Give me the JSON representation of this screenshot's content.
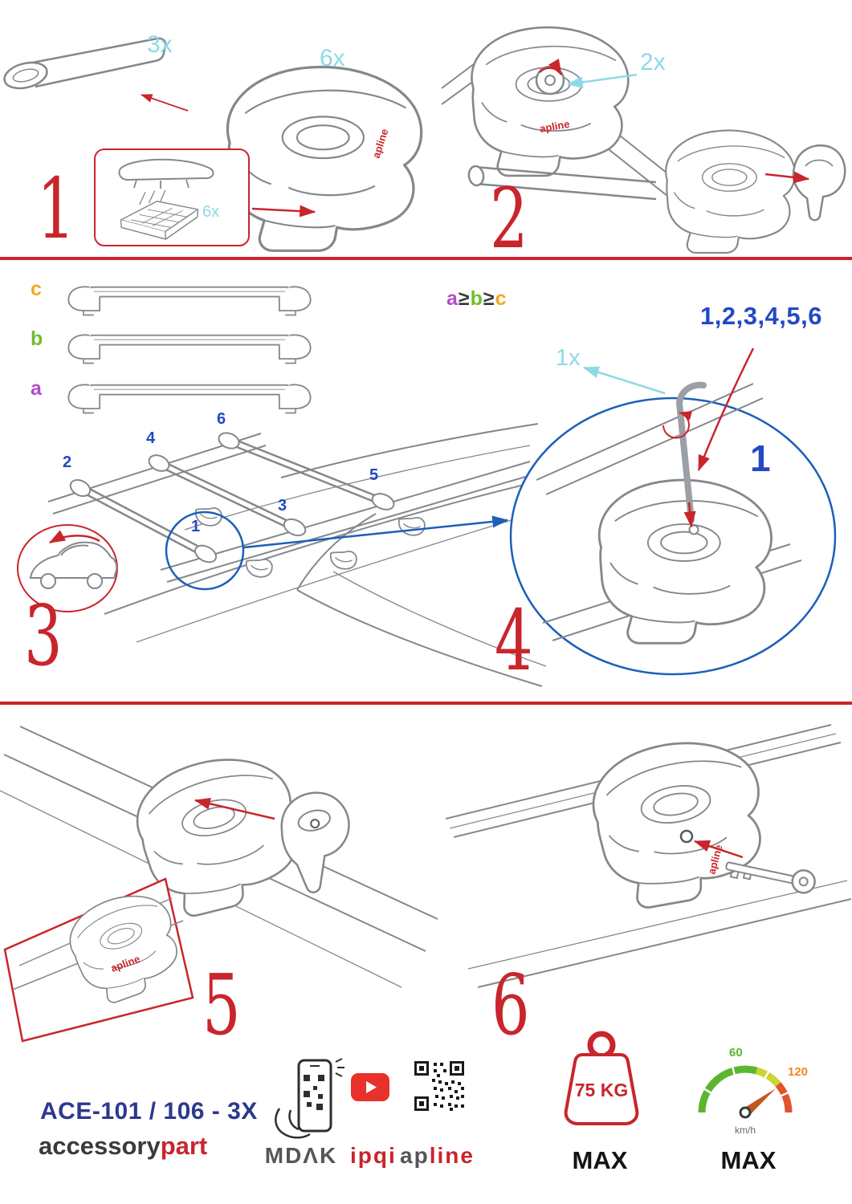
{
  "steps": {
    "s1": {
      "num": "1",
      "bar_qty": "3x",
      "foot_qty": "6x",
      "pad_qty": "6x"
    },
    "s2": {
      "num": "2",
      "knob_qty": "2x"
    },
    "s3": {
      "num": "3",
      "label_a": "a",
      "label_b": "b",
      "label_c": "c",
      "order_a": "a",
      "order_gte1": "≥",
      "order_b": "b",
      "order_gte2": "≥",
      "order_c": "c",
      "positions": [
        "1",
        "2",
        "3",
        "4",
        "5",
        "6"
      ]
    },
    "s4": {
      "num": "4",
      "sequence": "1,2,3,4,5,6",
      "key_qty": "1x",
      "first_pos": "1"
    },
    "s5": {
      "num": "5"
    },
    "s6": {
      "num": "6"
    }
  },
  "brand": {
    "mark": "apline"
  },
  "footer": {
    "model": "ACE-101 / 106 - 3X",
    "company_black": "accessory",
    "company_red": "part",
    "mdak": "MDΛK",
    "ipqi": "ipqi",
    "apline_black": "ap",
    "apline_red": "line",
    "load_value": "75 KG",
    "load_max": "MAX",
    "speed_low": "60",
    "speed_high": "120",
    "speed_unit": "km/h",
    "speed_max": "MAX"
  },
  "colors": {
    "accent_red": "#c9252c",
    "qty_cyan": "#8ed9e7",
    "blue_text": "#2448c5",
    "highlight_blue": "#1d5fb8",
    "model_navy": "#2b3990",
    "size_a_purple": "#b44bc8",
    "size_b_green": "#6cc02e",
    "size_c_orange": "#f2a71f",
    "gauge_green": "#5cb531",
    "gauge_yellow": "#cdd333",
    "gauge_red": "#e2542c",
    "line_gray": "#84888c"
  },
  "icons": {
    "phone_qr": "phone-qr-scan-icon",
    "youtube": "youtube-play-icon",
    "qr_code": "qr-code-icon",
    "weight": "max-load-weight-icon",
    "speedometer": "max-speed-gauge-icon",
    "allen_key": "allen-key-icon",
    "lock_key": "lock-key-icon",
    "torque_knob": "torque-knob-icon"
  }
}
